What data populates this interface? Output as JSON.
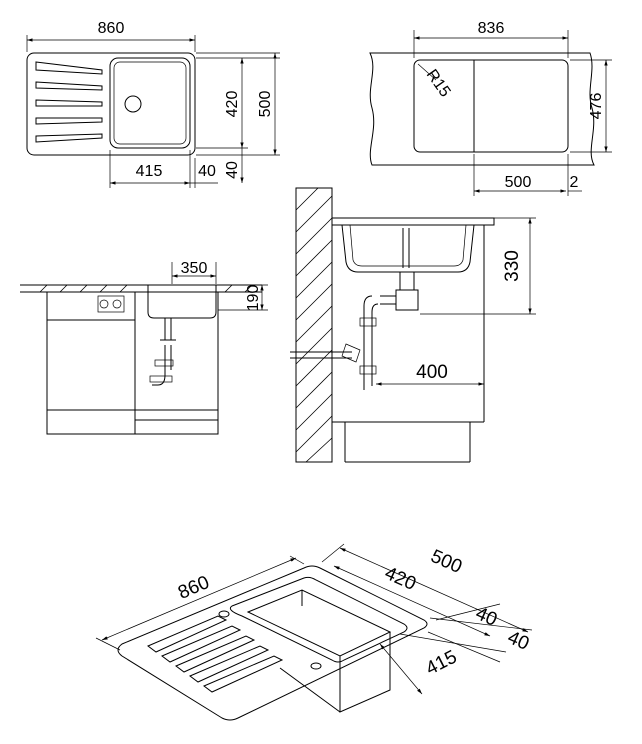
{
  "colors": {
    "line": "#000000",
    "background": "#ffffff",
    "wall_hatch": "#000000"
  },
  "top_view": {
    "width_label": "860",
    "depth_inner_label": "420",
    "depth_outer_label": "500",
    "bowl_width_label": "415",
    "edge_label": "40",
    "edge_vertical_label": "40"
  },
  "cutout_view": {
    "width_label": "836",
    "depth_label": "476",
    "radius_label": "R15",
    "offset_label": "500",
    "gap_label": "2"
  },
  "front_view": {
    "bowl_width_label": "350",
    "depth_label": "190"
  },
  "side_view": {
    "height_label": "330",
    "distance_label": "400"
  },
  "iso_view": {
    "length_label": "860",
    "depth_outer_label": "500",
    "depth_inner_label": "420",
    "edge_label_1": "40",
    "edge_label_2": "40",
    "bowl_label": "415"
  }
}
